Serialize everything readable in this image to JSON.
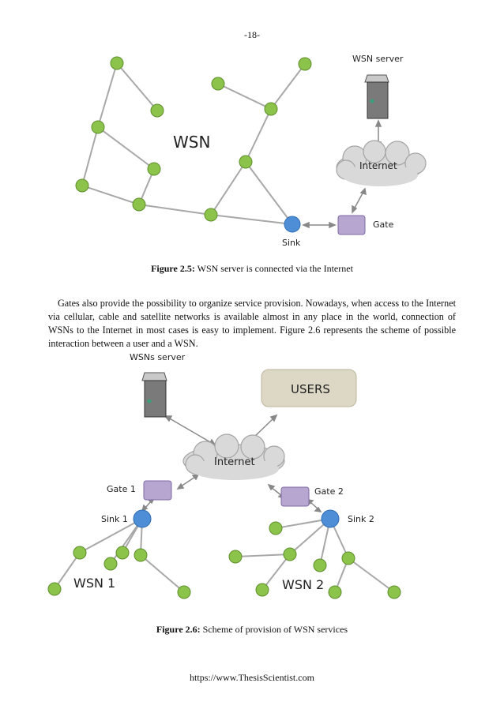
{
  "page": {
    "number": "-18-",
    "footer": "https://www.ThesisScientist.com"
  },
  "figure1": {
    "caption_label": "Figure 2.5:",
    "caption_text": " WSN server is connected via the Internet",
    "labels": {
      "wsn": "WSN",
      "server": "WSN server",
      "internet": "Internet",
      "gate": "Gate",
      "sink": "Sink"
    }
  },
  "paragraph": "Gates also provide the possibility to organize service provision. Nowadays, when access to the Internet via cellular, cable and satellite networks is available almost in any place in the world, connection of WSNs to the Internet in most cases is easy to implement. Figure 2.6 represents the scheme of possible interaction between a user and a WSN.",
  "figure2": {
    "caption_label": "Figure 2.6:",
    "caption_text": " Scheme of provision of WSN services",
    "labels": {
      "server": "WSNs server",
      "users": "USERS",
      "internet": "Internet",
      "gate1": "Gate 1",
      "gate2": "Gate 2",
      "sink1": "Sink 1",
      "sink2": "Sink 2",
      "wsn1": "WSN 1",
      "wsn2": "WSN 2"
    }
  },
  "colors": {
    "node": "#8cc34a",
    "node_stroke": "#5f8f2c",
    "sink": "#4d8ed6",
    "gate": "#b6a6d0",
    "cloud": "#d9d9d9",
    "server": "#7a7a7a",
    "users": "#ddd8c6"
  }
}
